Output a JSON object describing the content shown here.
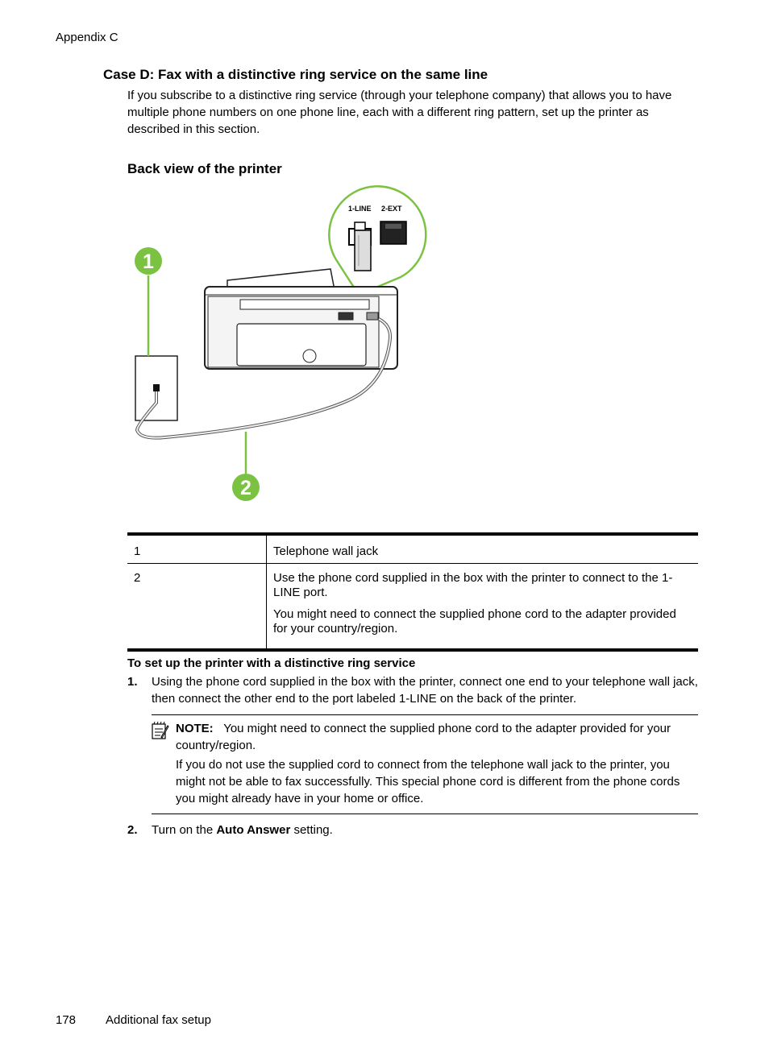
{
  "header": {
    "label": "Appendix C"
  },
  "section": {
    "title": "Case D: Fax with a distinctive ring service on the same line",
    "intro": "If you subscribe to a distinctive ring service (through your telephone company) that allows you to have multiple phone numbers on one phone line, each with a different ring pattern, set up the printer as described in this section."
  },
  "figure": {
    "title": "Back view of the printer",
    "port_line_label": "1-LINE",
    "port_ext_label": "2-EXT",
    "callout_1": "1",
    "callout_2": "2",
    "accent_color": "#7cc242"
  },
  "legend_table": {
    "rows": [
      {
        "num": "1",
        "desc": [
          "Telephone wall jack"
        ]
      },
      {
        "num": "2",
        "desc": [
          "Use the phone cord supplied in the box with the printer to connect to the 1-LINE port.",
          "You might need to connect the supplied phone cord to the adapter provided for your country/region."
        ]
      }
    ]
  },
  "procedure": {
    "title": "To set up the printer with a distinctive ring service",
    "step1_num": "1.",
    "step1_text": "Using the phone cord supplied in the box with the printer, connect one end to your telephone wall jack, then connect the other end to the port labeled 1-LINE on the back of the printer.",
    "note_label": "NOTE:",
    "note_text1": "You might need to connect the supplied phone cord to the adapter provided for your country/region.",
    "note_text2": "If you do not use the supplied cord to connect from the telephone wall jack to the printer, you might not be able to fax successfully. This special phone cord is different from the phone cords you might already have in your home or office.",
    "step2_num": "2.",
    "step2_before": "Turn on the ",
    "step2_bold": "Auto Answer",
    "step2_after": " setting."
  },
  "footer": {
    "page_number": "178",
    "title": "Additional fax setup"
  }
}
